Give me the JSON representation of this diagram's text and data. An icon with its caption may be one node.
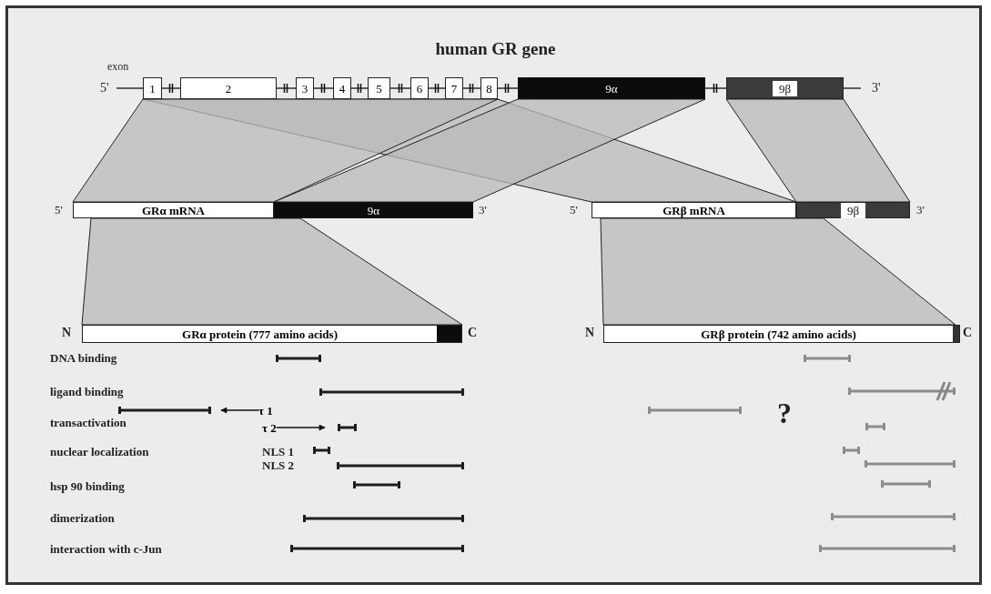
{
  "diagram": {
    "title": "human GR gene",
    "nodes": [
      {
        "text": [
          "1"
        ]
      },
      {
        "text": [
          "2"
        ]
      },
      {
        "text": [
          "3"
        ]
      },
      {
        "text": [
          "4"
        ]
      },
      {
        "text": [
          "5"
        ]
      },
      {
        "text": [
          "6"
        ]
      },
      {
        "text": [
          "7"
        ]
      },
      {
        "text": [
          "8"
        ]
      },
      {
        "text": [
          "9α"
        ]
      },
      {
        "text": [
          "9β"
        ]
      },
      {
        "text": [
          "GRα mRNA"
        ],
        "beside": [
          "5'"
        ]
      },
      {
        "text": [
          "9α"
        ],
        "beside": [
          "3'"
        ]
      },
      {
        "text": [
          "GRβ mRNA"
        ],
        "beside": [
          "5'"
        ]
      },
      {
        "text": [
          "9β"
        ],
        "beside": [
          "3'"
        ]
      },
      {
        "text": [
          "GRα protein (777 amino acids)"
        ],
        "beside": [
          "N",
          "C"
        ]
      },
      {
        "text": [
          "GRβ protein (742 amino acids)"
        ],
        "beside": [
          "N",
          "C"
        ]
      },
      {
        "text": [
          "τ 1"
        ]
      },
      {
        "text": [
          "τ 2"
        ]
      }
    ],
    "edges": [
      {
        "from": null,
        "to": 0,
        "arrow": "none"
      },
      {
        "from": 0,
        "to": 1,
        "arrow": "none"
      },
      {
        "from": 1,
        "to": 2,
        "arrow": "none"
      },
      {
        "from": 2,
        "to": 3,
        "arrow": "none"
      },
      {
        "from": 3,
        "to": 4,
        "arrow": "none"
      },
      {
        "from": 4,
        "to": 5,
        "arrow": "none"
      },
      {
        "from": 5,
        "to": 6,
        "arrow": "none"
      },
      {
        "from": 6,
        "to": 7,
        "arrow": "none"
      },
      {
        "from": 7,
        "to": 8,
        "arrow": "none"
      },
      {
        "from": 8,
        "to": 9,
        "arrow": "none"
      },
      {
        "from": 9,
        "to": null,
        "arrow": "none"
      },
      {
        "from": 16,
        "to": null,
        "arrow": "to"
      },
      {
        "from": 17,
        "to": null,
        "arrow": "to"
      }
    ],
    "labels": [
      "exon",
      "5'",
      "3'",
      "DNA binding",
      "ligand binding",
      "transactivation",
      "?",
      "nuclear localization",
      "NLS 1",
      "NLS 2",
      "hsp 90 binding",
      "dimerization",
      "interaction with c-Jun"
    ]
  }
}
